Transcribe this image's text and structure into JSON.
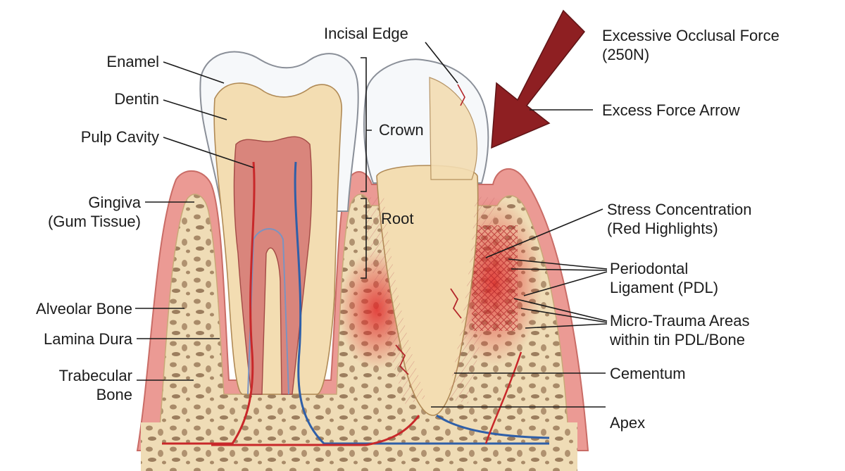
{
  "labels": {
    "enamel": "Enamel",
    "dentin": "Dentin",
    "pulp_cavity": "Pulp Cavity",
    "gingiva": [
      "Gingiva",
      "(Gum Tissue)"
    ],
    "alveolar_bone": "Alveolar Bone",
    "lamina_dura": "Lamina Dura",
    "trabecular_bone": [
      "Trabecular",
      "Bone"
    ],
    "incisal_edge": "Incisal Edge",
    "crown": "Crown",
    "root": "Root",
    "excessive_force": [
      "Excessive Occlusal Force",
      "(250N)"
    ],
    "excess_force_arrow": "Excess Force Arrow",
    "stress_concentration": [
      "Stress Concentration",
      "(Red Highlights)"
    ],
    "pdl": [
      "Periodontal",
      "Ligament (PDL)"
    ],
    "micro_trauma": [
      "Micro-Trauma Areas",
      "within tin PDL/Bone"
    ],
    "cementum": "Cementum",
    "apex": "Apex"
  },
  "colors": {
    "force_arrow": "#8e1f22",
    "stress": "#e02a2a",
    "gingiva": "#eb9a94",
    "bone": "#efdcb6",
    "dentin": "#f3ddb2",
    "enamel": "#f6f8fa",
    "pulp": "#d9857c",
    "artery": "#c8282a",
    "vein": "#2f5fa8"
  }
}
